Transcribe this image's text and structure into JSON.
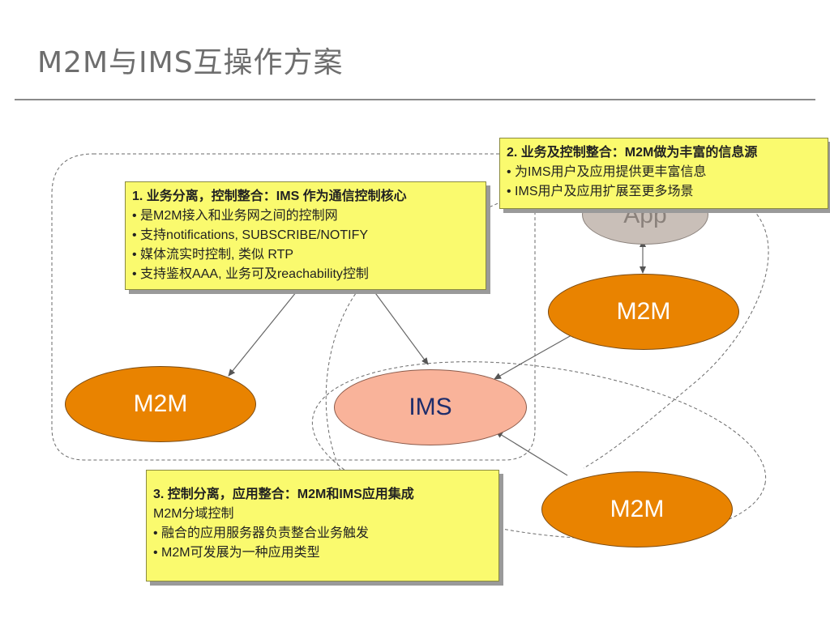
{
  "title": "M2M与IMS互操作方案",
  "nodes": {
    "app": "App",
    "m2m_right": "M2M",
    "m2m_left": "M2M",
    "ims": "IMS",
    "m2m_bottom": "M2M"
  },
  "box1": {
    "heading": "1. 业务分离，控制整合：IMS 作为通信控制核心",
    "items": [
      "• 是M2M接入和业务网之间的控制网",
      "• 支持notifications, SUBSCRIBE/NOTIFY",
      "• 媒体流实时控制, 类似 RTP",
      "• 支持鉴权AAA, 业务可及reachability控制"
    ]
  },
  "box2": {
    "heading": "2. 业务及控制整合：M2M做为丰富的信息源",
    "items": [
      "• 为IMS用户及应用提供更丰富信息",
      "• IMS用户及应用扩展至更多场景"
    ]
  },
  "box3": {
    "heading": "3. 控制分离，应用整合：M2M和IMS应用集成",
    "items": [
      "M2M分域控制",
      "• 融合的应用服务器负责整合业务触发",
      "• M2M可发展为一种应用类型"
    ]
  },
  "colors": {
    "m2m_fill": "#e98300",
    "ims_fill": "#f9b39a",
    "app_fill": "#c9bfb8",
    "callout_fill": "#fafa6e"
  }
}
